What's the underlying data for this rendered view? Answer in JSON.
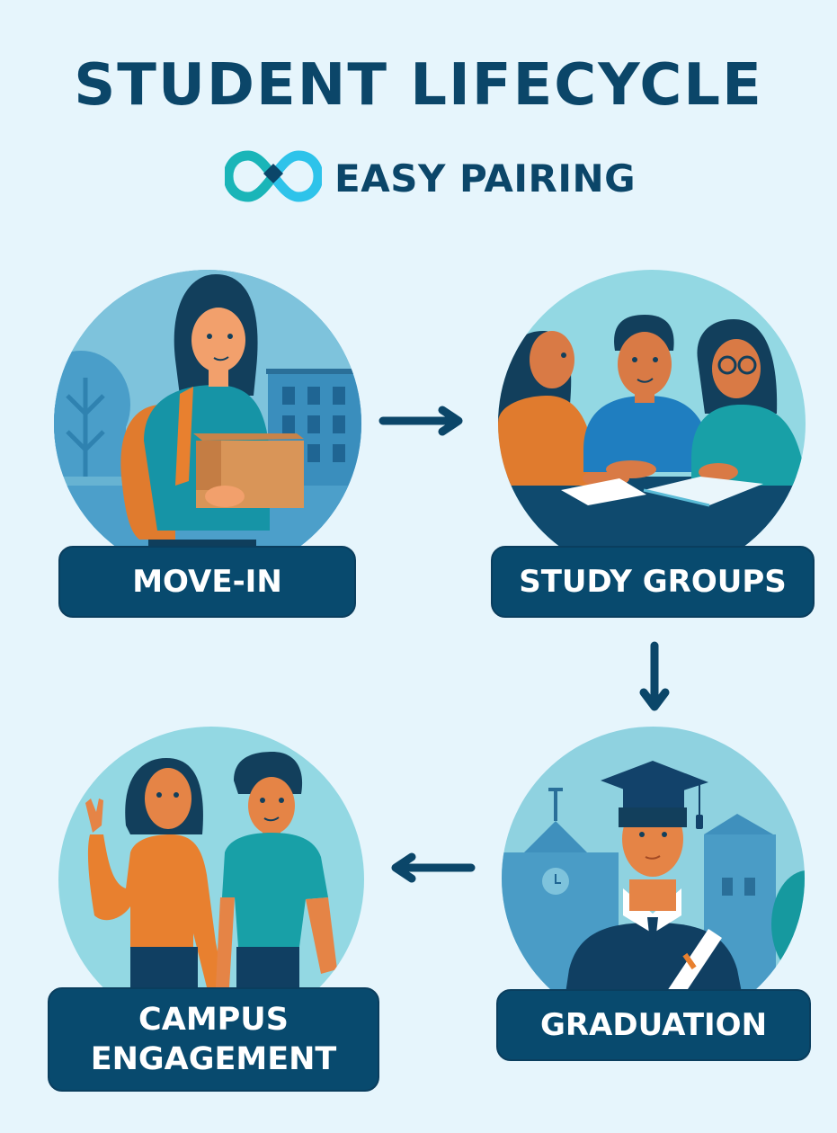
{
  "header": {
    "title": "STUDENT LIFECYCLE",
    "brand_name": "EASY PAIRING",
    "brand_icon": "infinity-logo-icon"
  },
  "colors": {
    "background": "#e6f5fc",
    "primary_navy": "#0b4669",
    "label_bg": "#084a6e",
    "logo_teal": "#1ab5b8",
    "logo_sky": "#2ec3ea",
    "accent_orange": "#e8802f",
    "teal_shirt": "#14a0a8",
    "circle_light": "#93d8e3"
  },
  "stages": [
    {
      "id": "move-in",
      "label": "MOVE-IN",
      "illustration": "student-with-box-and-backpack"
    },
    {
      "id": "study-groups",
      "label": "STUDY GROUPS",
      "illustration": "three-students-studying-at-table"
    },
    {
      "id": "graduation",
      "label": "GRADUATION",
      "illustration": "graduate-with-cap-and-diploma"
    },
    {
      "id": "campus-engagement",
      "label": "CAMPUS ENGAGEMENT",
      "label_lines": [
        "CAMPUS",
        "ENGAGEMENT"
      ],
      "illustration": "two-students-waving"
    }
  ],
  "flow": [
    {
      "from": "move-in",
      "to": "study-groups",
      "direction": "right",
      "icon": "arrow-right-icon"
    },
    {
      "from": "study-groups",
      "to": "graduation",
      "direction": "down",
      "icon": "arrow-down-icon"
    },
    {
      "from": "graduation",
      "to": "campus-engagement",
      "direction": "left",
      "icon": "arrow-left-icon"
    }
  ]
}
